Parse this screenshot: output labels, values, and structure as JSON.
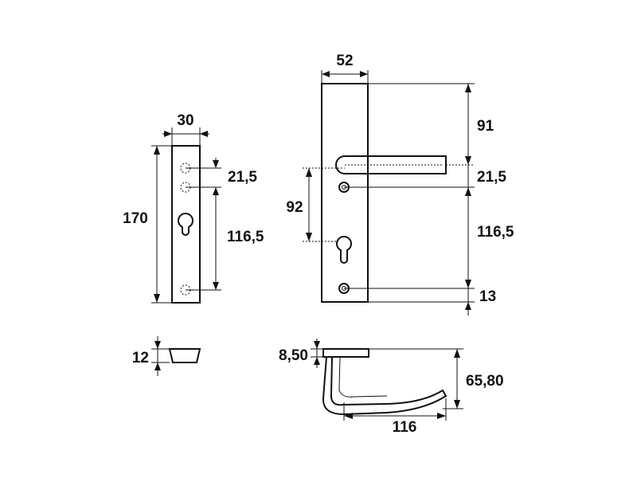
{
  "dimensions": {
    "small_plate_width": "30",
    "small_plate_height": "170",
    "small_plate_hole_spacing": "21,5",
    "small_plate_center_spacing": "116,5",
    "rosette_thickness": "12",
    "large_plate_width": "52",
    "large_plate_top_to_handle": "91",
    "large_plate_handle_to_screw": "21,5",
    "large_plate_screw_to_screw": "116,5",
    "large_plate_screw_to_bottom": "13",
    "large_plate_handle_to_keyhole": "92",
    "lever_rose_thickness": "8,50",
    "lever_height": "65,80",
    "lever_length": "116"
  }
}
